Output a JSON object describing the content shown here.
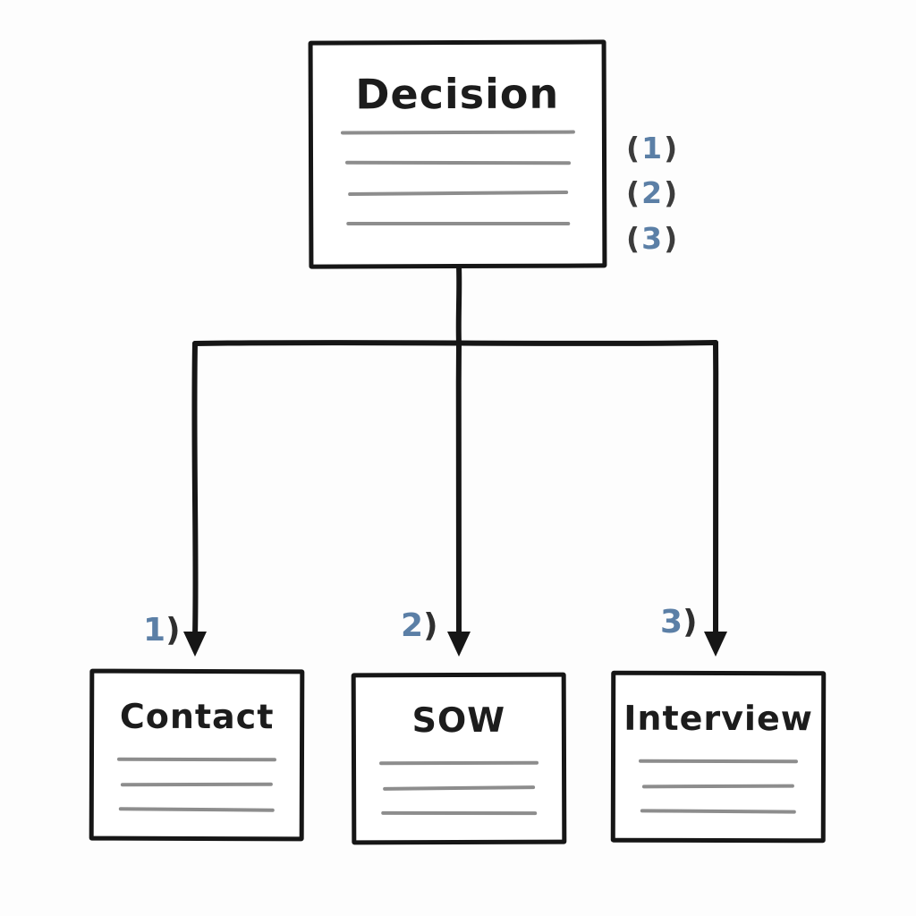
{
  "diagram": {
    "root": {
      "title": "Decision",
      "annotations": [
        {
          "open": "(",
          "num": "1",
          "close": ")"
        },
        {
          "open": "(",
          "num": "2",
          "close": ")"
        },
        {
          "open": "(",
          "num": "3",
          "close": ")"
        }
      ]
    },
    "branches": [
      {
        "num": "1",
        "close": ")",
        "title": "Contact"
      },
      {
        "num": "2",
        "close": ")",
        "title": "SOW"
      },
      {
        "num": "3",
        "close": ")",
        "title": "Interview"
      }
    ],
    "colors": {
      "stroke": "#161616",
      "rule_line": "#8d8d8d",
      "number_accent": "#5b7fa6",
      "paren": "#3c3c3c",
      "background": "#fdfdfd"
    }
  }
}
